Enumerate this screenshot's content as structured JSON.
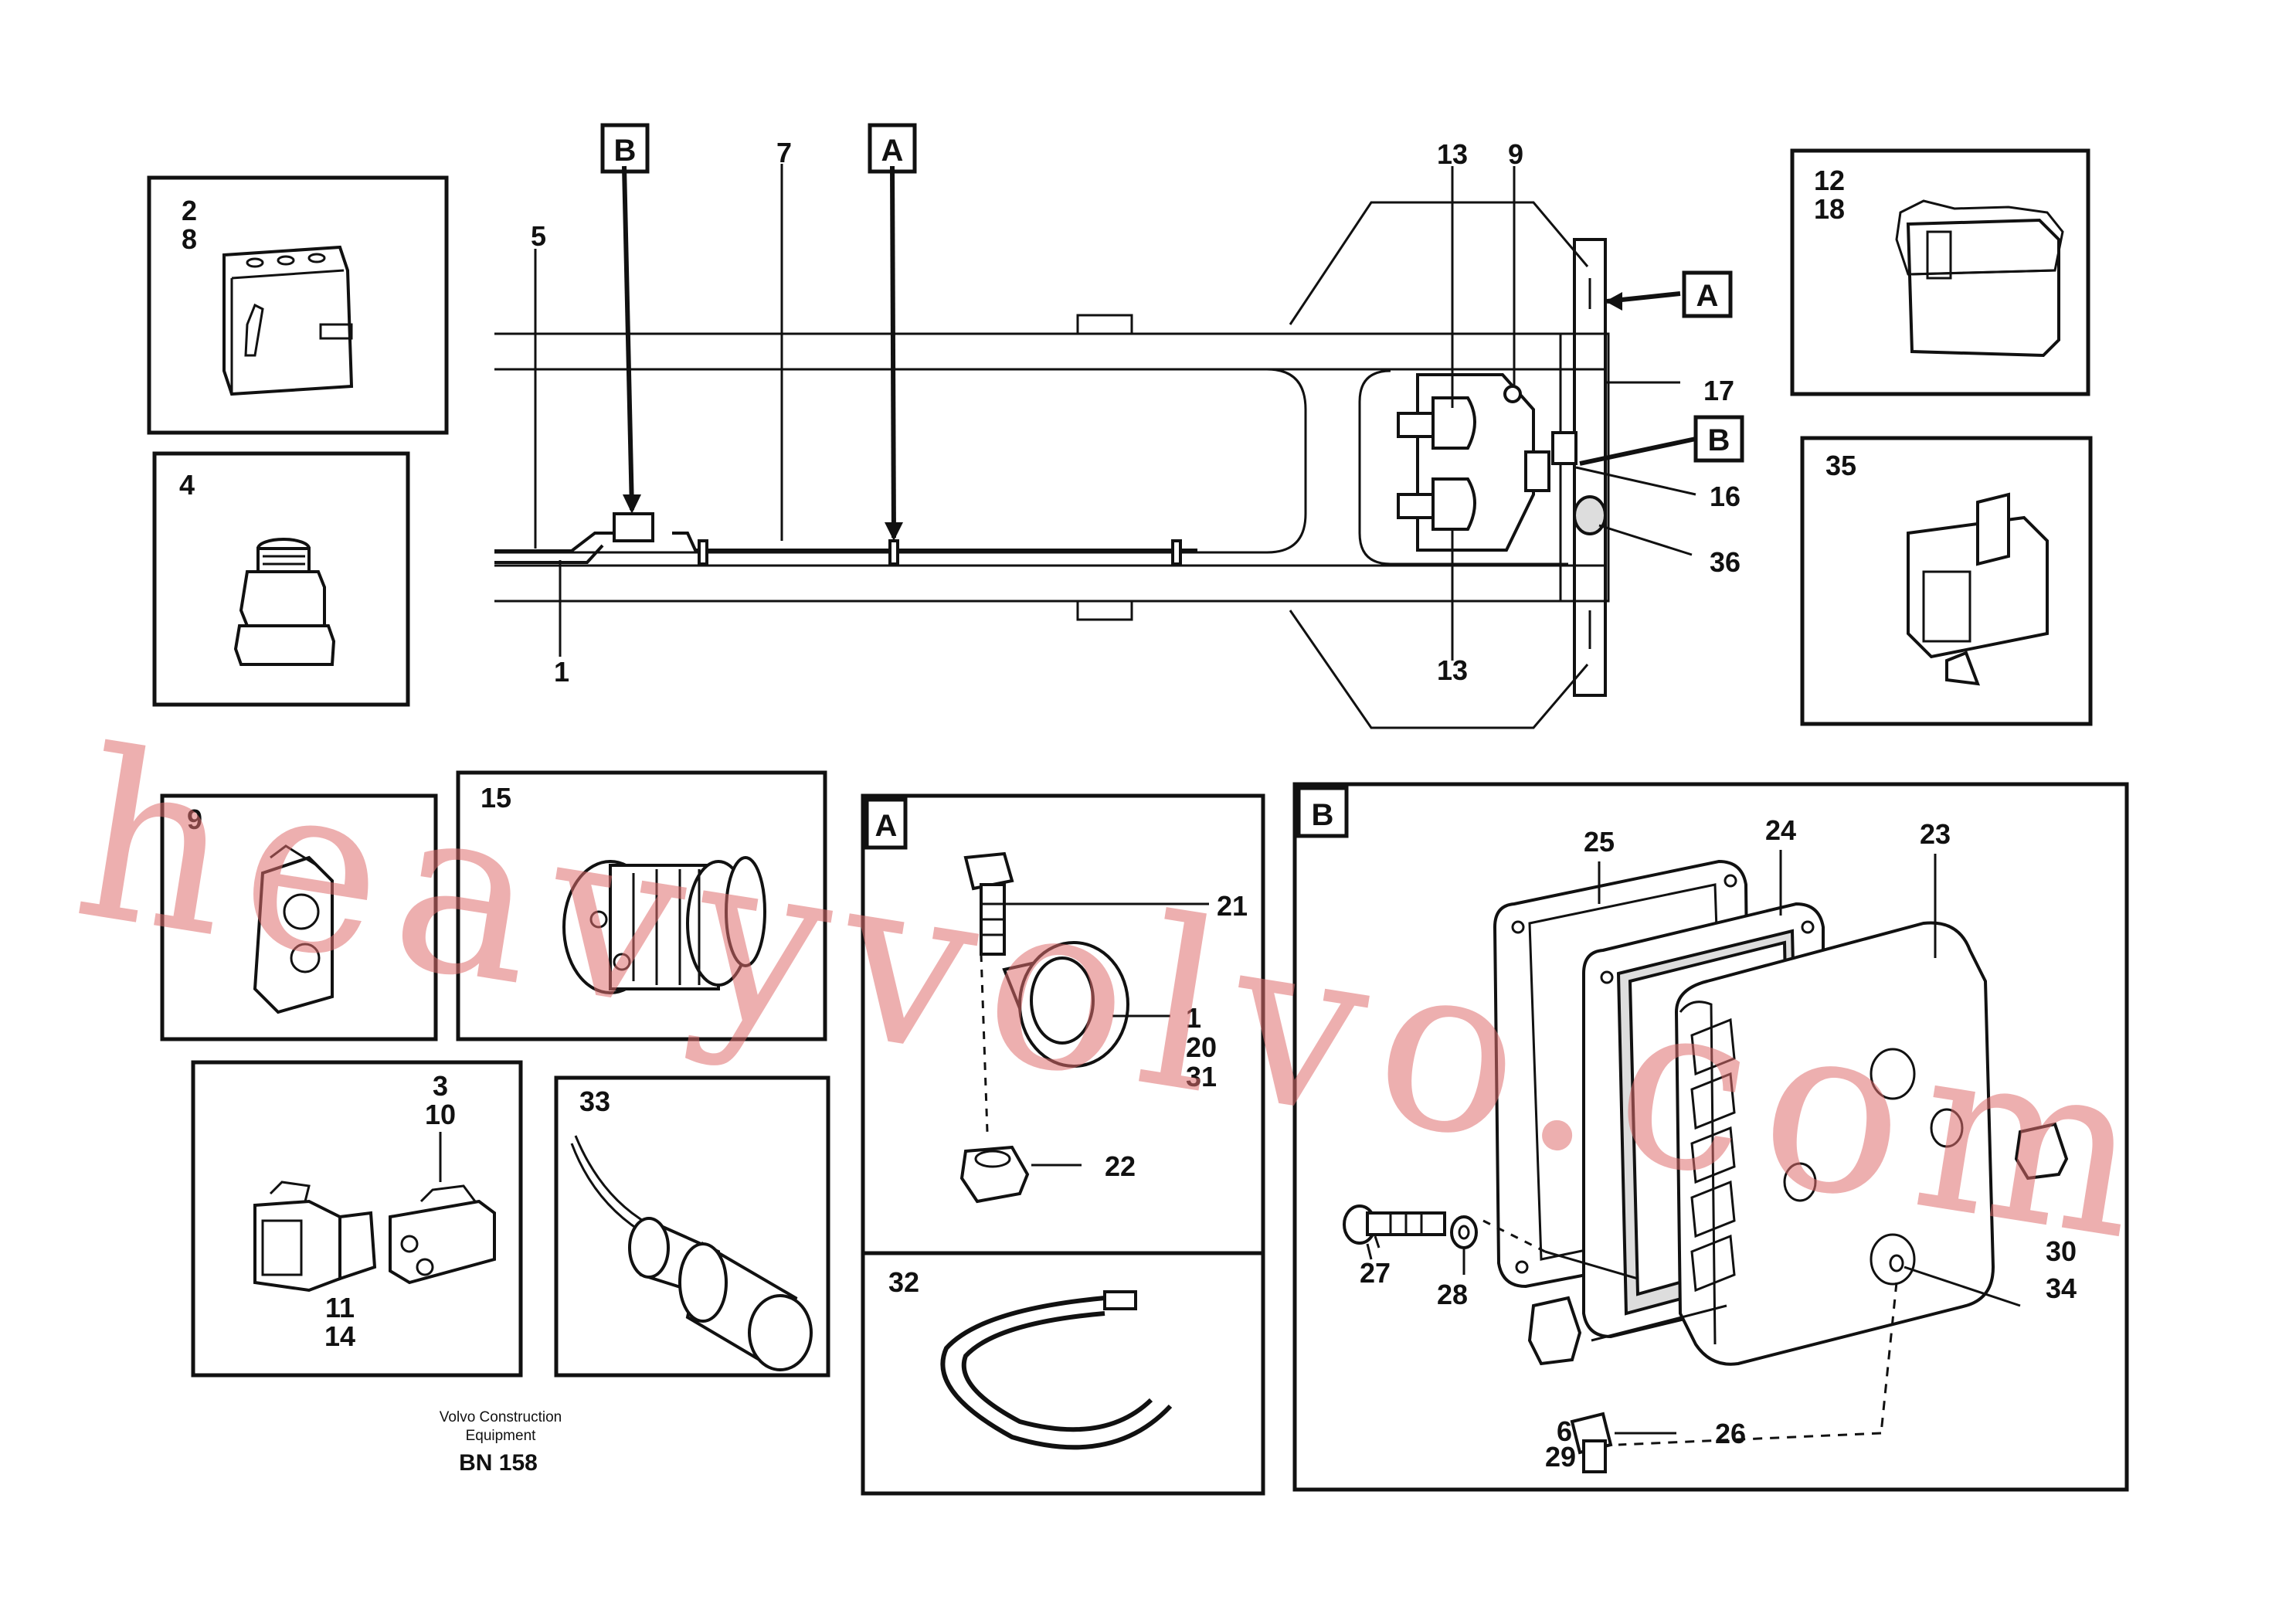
{
  "callout_boxes": {
    "b_top": "B",
    "a_top": "A",
    "a_right": "A",
    "b_right": "B",
    "a_panel": "A",
    "b_panel": "B"
  },
  "main_labels": {
    "l5": "5",
    "l7": "7",
    "l1": "1",
    "l13_top": "13",
    "l9": "9",
    "l17": "17",
    "l16": "16",
    "l36": "36",
    "l13_bottom": "13"
  },
  "inset_labels": {
    "connector_2_8": [
      "2",
      "8"
    ],
    "fitting_4": "4",
    "plug_12_18": [
      "12",
      "18"
    ],
    "connector_35": "35",
    "connector_9": "9",
    "grommet_15": "15",
    "connector_3_10": [
      "3",
      "10"
    ],
    "connector_11_14": [
      "11",
      "14"
    ],
    "sensor_33": "33",
    "tie_32": "32"
  },
  "detail_a_labels": {
    "l21": "21",
    "l1_20_31": [
      "1",
      "20",
      "31"
    ],
    "l22": "22"
  },
  "detail_b_labels": {
    "l25": "25",
    "l24": "24",
    "l23": "23",
    "l27": "27",
    "l28": "28",
    "l6_29": [
      "6",
      "29"
    ],
    "l26": "26",
    "l30_34": [
      "30",
      "34"
    ]
  },
  "footer": {
    "company_line1": "Volvo Construction",
    "company_line2": "Equipment",
    "code": "BN 158"
  },
  "watermark": "heavyvolvo.com"
}
